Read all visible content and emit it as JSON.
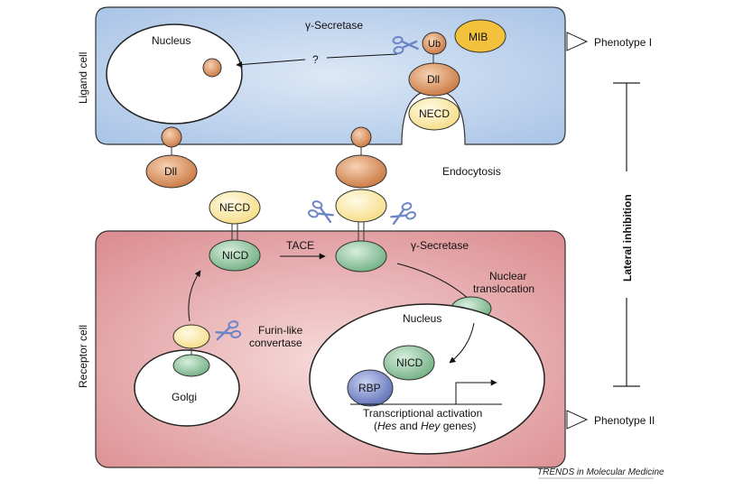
{
  "ligand_cell": {
    "side_label": "Ligand cell",
    "nucleus_label": "Nucleus",
    "gamma_secretase": "γ-Secretase",
    "question": "?",
    "ub": "Ub",
    "mib": "MIB",
    "dll": "Dll",
    "necd": "NECD"
  },
  "middle": {
    "dll": "Dll",
    "endocytosis": "Endocytosis",
    "necd": "NECD",
    "nicd": "NICD",
    "tace": "TACE",
    "gamma_secretase": "γ-Secretase"
  },
  "receptor_cell": {
    "side_label": "Receptor cell",
    "nuclear_translocation_1": "Nuclear",
    "nuclear_translocation_2": "translocation",
    "nucleus_label": "Nucleus",
    "furin_1": "Furin-like",
    "furin_2": "convertase",
    "golgi": "Golgi",
    "nicd": "NICD",
    "rbp": "RBP",
    "transcription_1": "Transcriptional activation",
    "transcription_2_open": "(",
    "hes": "Hes",
    "and": " and ",
    "hey": "Hey",
    "genes": " genes)"
  },
  "right": {
    "phenotype_1": "Phenotype I",
    "phenotype_2": "Phenotype II",
    "lateral_inhibition": "Lateral inhibition"
  },
  "footer": {
    "source": "TRENDS in Molecular Medicine"
  },
  "colors": {
    "ligand_cell_fill": "#b8d0ea",
    "receptor_cell_fill": "#e7a3a4",
    "orange": "#d6864e",
    "yellow": "#fbe9a6",
    "green": "#8cc39a",
    "blue": "#6f7fc2",
    "scissors": "#6e86c6"
  }
}
